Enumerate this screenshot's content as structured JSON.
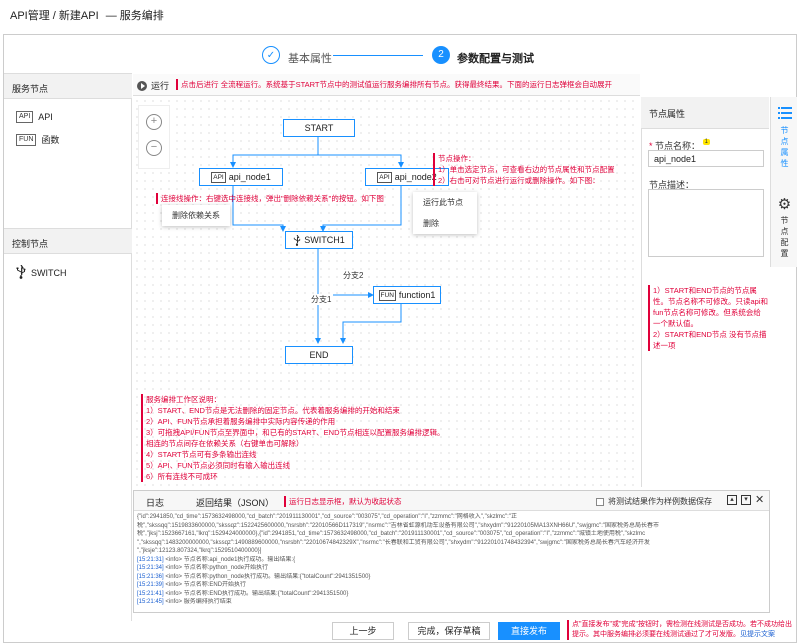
{
  "breadcrumb": {
    "part1": "API管理",
    "sep": "/",
    "part2": "新建API",
    "part3": "— 服务编排"
  },
  "steps": [
    {
      "label": "基本属性",
      "icon": "✓"
    },
    {
      "label": "参数配置与测试",
      "icon": "2"
    }
  ],
  "left_panel": {
    "service_title": "服务节点",
    "service_items": [
      {
        "tag": "API",
        "label": "API"
      },
      {
        "tag": "FUN",
        "label": "函数"
      }
    ],
    "control_title": "控制节点",
    "control_items": [
      {
        "label": "SWITCH"
      }
    ]
  },
  "toolbar": {
    "run_label": "运行",
    "run_note": "点击后进行 全流程运行。系统基于START节点中的测试值运行服务编排所有节点。获得最终结果。下面的运行日志弹框会自动展开"
  },
  "canvas": {
    "zoom_in": "+",
    "zoom_out": "−",
    "nodes": {
      "start": "START",
      "api1": {
        "tag": "API",
        "label": "api_node1"
      },
      "api2": {
        "tag": "API",
        "label": "api_node2"
      },
      "switch": "SWITCH1",
      "fun": {
        "tag": "FUN",
        "label": "function1"
      },
      "end": "END"
    },
    "branch2": "分支2",
    "branch1": "分支1",
    "edge_note": "连接线操作：右键选中连接线，弹出\"删除依赖关系\"的按钮。如下图",
    "edge_menu": [
      "删除依赖关系"
    ],
    "node_note_title": "节点操作：",
    "node_note_lines": [
      "1）单击选定节点，可查看右边的节点属性和节点配置",
      "2）右击可对节点进行运行或删除操作。如下图："
    ],
    "node_menu": [
      "运行此节点",
      "删除"
    ],
    "area_note_title": "服务编排工作区说明：",
    "area_note_lines": [
      "1）START、END节点是无法删除的固定节点。代表着服务编排的开始和结束",
      "2）API、FUN节点承担着服务编排中实际内容传递的作用",
      "3）可拖拽API/FUN节点至界面中，和已有的START、END节点相连以配置服务编排逻辑。",
      "相连的节点间存在依赖关系（右键单击可解除）",
      "4）START节点可有多条输出连线",
      "5）API、FUN节点必须同时有输入输出连线",
      "6）所有连线不可成环"
    ]
  },
  "props": {
    "title": "节点属性",
    "name_label": "节点名称：",
    "name_required": "*",
    "name_badge": "1",
    "name_value": "api_node1",
    "desc_label": "节点描述：",
    "note_lines": [
      "1）START和END节点的节点属性。节点名称不可修改。只读api和fun节点名称可修改。但系统会给一个默认值。",
      "2）START和END节点 没有节点描述一项"
    ]
  },
  "side_tabs": [
    {
      "label": "节点属性"
    },
    {
      "label": "节点配置"
    }
  ],
  "log": {
    "tab_log": "日志",
    "tab_result": "返回结果（JSON）",
    "note": "运行日志显示框，默认为收起状态",
    "save_label": "将测试结果作为样例数据保存",
    "raw_lines": [
      "{\"id\":2941850,\"cd_time\":1573632498000,\"cd_batch\":\"201911130001\",\"cd_source\":\"003075\",\"cd_operation\":\"I\",\"zzmmc\":\"网格收入\",\"skzlmc\":\"正",
      "税\",\"skssqq\":1519833600000,\"skssqz\":1522425600000,\"nsrsbh\":\"22010566D117319\",\"nsrmc\":\"吉林省虹源机动车设备有限公司\",\"shxydm\":\"91220105MA13XNH66U\",\"swjgmc\":\"国家税务总局长春市",
      "税\",\"jksj\":1523667161,\"lkrq\":1529424000000},{\"id\":2941851,\"cd_time\":1573632498000,\"cd_batch\":\"201911130001\",\"cd_source\":\"003075\",\"cd_operation\":\"I\",\"zzmmc\":\"城镇土地使用税\",\"skzlmc",
      "\",\"skssqq\":1483200000000,\"skssqz\":1490889600000,\"nsrsbh\":\"22010674842329X\",\"nsrmc\":\"长春联和工贸有限公司\",\"shxydm\":\"91220101748432394\",\"swjgmc\":\"国家税务总局长春汽车经济开发",
      "\",\"jksje\":12123.807324,\"lkrq\":1529510400000}]"
    ],
    "entries": [
      {
        "time": "[15:21:31]",
        "text": "<info> 节点名称:api_node1执行成功。输出结果:{"
      },
      {
        "time": "[15:21:34]",
        "text": "<info> 节点名称:python_node开始执行"
      },
      {
        "time": "[15:21:36]",
        "text": "<info> 节点名称:python_node执行成功。输出结果:{\"totalCount\":2941351500}"
      },
      {
        "time": "[15:21:39]",
        "text": "<info> 节点名称:END开始执行"
      },
      {
        "time": "[15:21:41]",
        "text": "<info> 节点名称:END执行成功。输出结果:{\"totalCount\":2941351500}"
      },
      {
        "time": "[15:21:45]",
        "text": "<info> 服务编排执行结束"
      }
    ]
  },
  "footer": {
    "prev": "上一步",
    "save_draft": "完成，保存草稿",
    "publish": "直接发布",
    "note_line1": "点\"直接发布\"或\"完成\"按钮时，需检测在线测试是否成功。若不成功给出",
    "note_line2": "提示。其中服务编排必须要在线测试通过了才可发版。",
    "note_link": "见提示文案"
  },
  "colors": {
    "primary": "#1890ff",
    "annotation": "#e0003a"
  }
}
